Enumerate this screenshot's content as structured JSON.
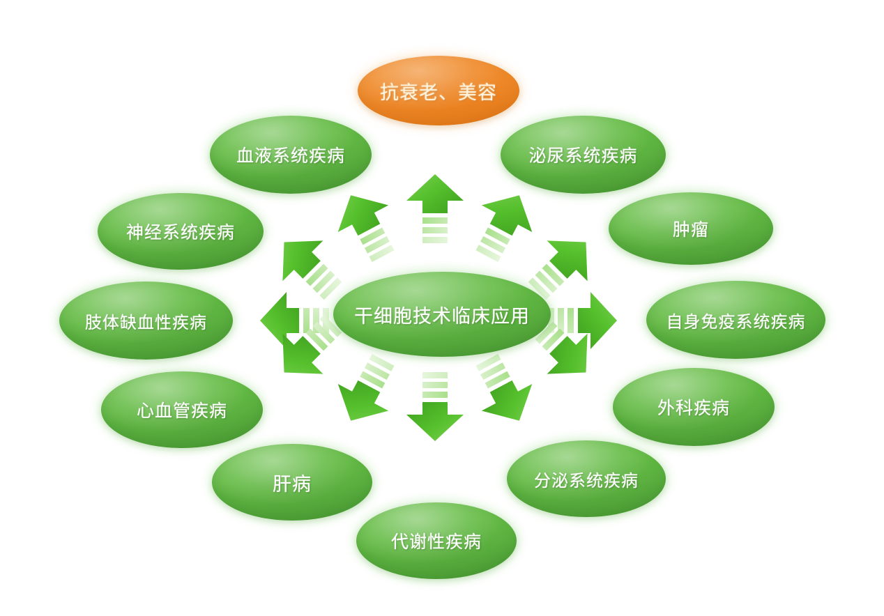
{
  "diagram": {
    "title": "干细胞技术临床应用",
    "type": "radial-hub-and-spoke",
    "background_color": "#FFFFFF",
    "center": {
      "label": "干细胞技术临床应用",
      "color": "#5FB441",
      "shape": "ellipse"
    },
    "highlight_node": {
      "label": "抗衰老、美容",
      "color": "#EE8A2B",
      "shape": "ellipse",
      "position": "top"
    },
    "arrow_color": "#4FBB2E",
    "arrow_count": 8,
    "arrow_directions": [
      "up",
      "up-left",
      "left",
      "down-left",
      "down",
      "down-right",
      "right",
      "up-right"
    ],
    "nodes": [
      {
        "label": "抗衰老、美容",
        "color": "#EE8A2B",
        "position": "top"
      },
      {
        "label": "泌尿系统疾病",
        "color": "#5FB441",
        "position": "top-right"
      },
      {
        "label": "肿瘤",
        "color": "#5FB441",
        "position": "right-upper"
      },
      {
        "label": "自身免疫系统疾病",
        "color": "#5FB441",
        "position": "right"
      },
      {
        "label": "外科疾病",
        "color": "#5FB441",
        "position": "right-lower"
      },
      {
        "label": "分泌系统疾病",
        "color": "#5FB441",
        "position": "bottom-right"
      },
      {
        "label": "代谢性疾病",
        "color": "#5FB441",
        "position": "bottom"
      },
      {
        "label": "肝病",
        "color": "#5FB441",
        "position": "bottom-left"
      },
      {
        "label": "心血管疾病",
        "color": "#5FB441",
        "position": "left-lower"
      },
      {
        "label": "肢体缺血性疾病",
        "color": "#5FB441",
        "position": "left"
      },
      {
        "label": "神经系统疾病",
        "color": "#5FB441",
        "position": "left-upper"
      },
      {
        "label": "血液系统疾病",
        "color": "#5FB441",
        "position": "top-left"
      }
    ]
  }
}
